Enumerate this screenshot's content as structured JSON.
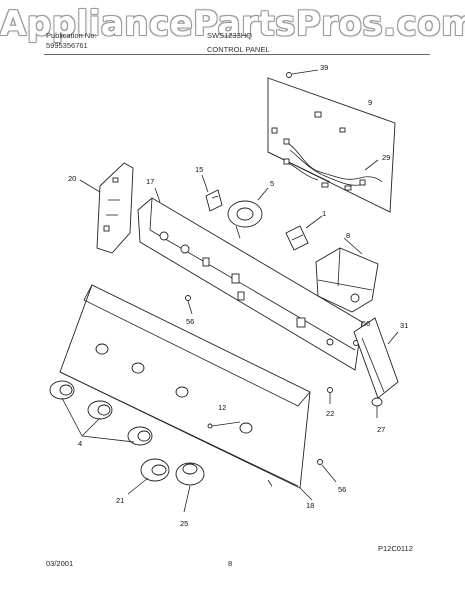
{
  "watermark": "AppliancePartsPros.com",
  "header": {
    "left_line1": "Publication No:",
    "left_line2": "5995356761",
    "model": "SWS1233HQ",
    "section_title": "CONTROL PANEL"
  },
  "callouts": {
    "c39": "39",
    "c9": "9",
    "c29": "29",
    "c20": "20",
    "c15": "15",
    "c17": "17",
    "c5": "5",
    "c1": "1",
    "c8": "8",
    "c56a": "56",
    "c56b": "56",
    "c31": "31",
    "c22": "22",
    "c27": "27",
    "c12": "12",
    "c4": "4",
    "c21": "21",
    "c25": "25",
    "c18": "18",
    "c56c": "56"
  },
  "diagram_code": "P12C0112",
  "footer": {
    "date": "03/2001",
    "page": "8"
  }
}
